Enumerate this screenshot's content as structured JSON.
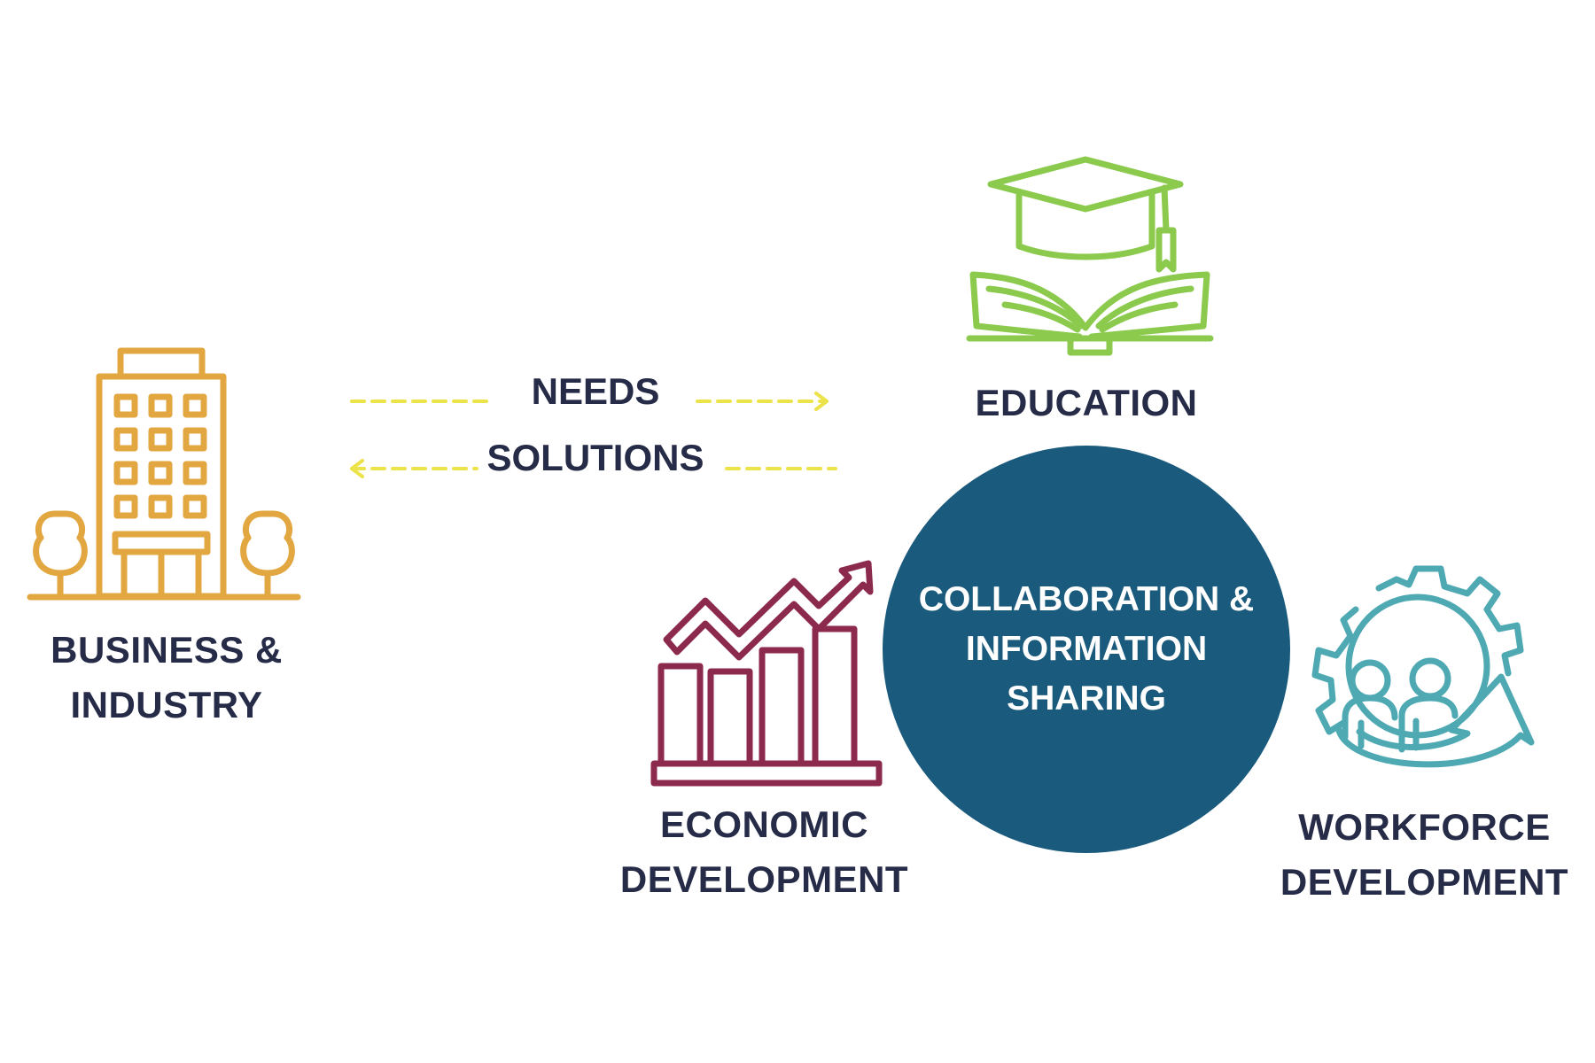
{
  "colors": {
    "business": "#e2a740",
    "education": "#8bca4d",
    "economic": "#8c2a4e",
    "workforce": "#4ea9b3",
    "hub": "#1a5a7c",
    "arrow": "#ece24a",
    "text": "#262b47"
  },
  "nodes": {
    "business": {
      "icon": "office-building-with-trees-icon",
      "lines": [
        "BUSINESS &",
        "INDUSTRY"
      ]
    },
    "education": {
      "icon": "graduation-cap-open-book-icon",
      "lines": [
        "EDUCATION"
      ]
    },
    "economic": {
      "icon": "growth-bar-chart-icon",
      "lines": [
        "ECONOMIC",
        "DEVELOPMENT"
      ]
    },
    "workforce": {
      "icon": "gear-people-icon",
      "lines": [
        "WORKFORCE",
        "DEVELOPMENT"
      ]
    }
  },
  "hub": {
    "lines": [
      "COLLABORATION &",
      "INFORMATION",
      "SHARING"
    ]
  },
  "flows": {
    "needs": {
      "label": "NEEDS",
      "direction": "right"
    },
    "solutions": {
      "label": "SOLUTIONS",
      "direction": "left"
    }
  }
}
